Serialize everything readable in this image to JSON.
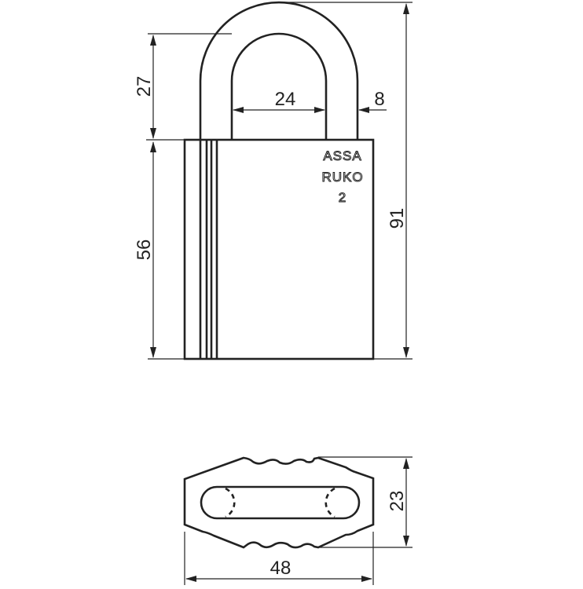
{
  "logo": {
    "line1": "ASSA",
    "line2": "RUKO",
    "line3": "2"
  },
  "dimensions": {
    "shackle_clearance": "27",
    "shackle_inner_width": "24",
    "shackle_diameter": "8",
    "body_height": "56",
    "total_height": "91",
    "body_thickness": "23",
    "body_width": "48"
  }
}
